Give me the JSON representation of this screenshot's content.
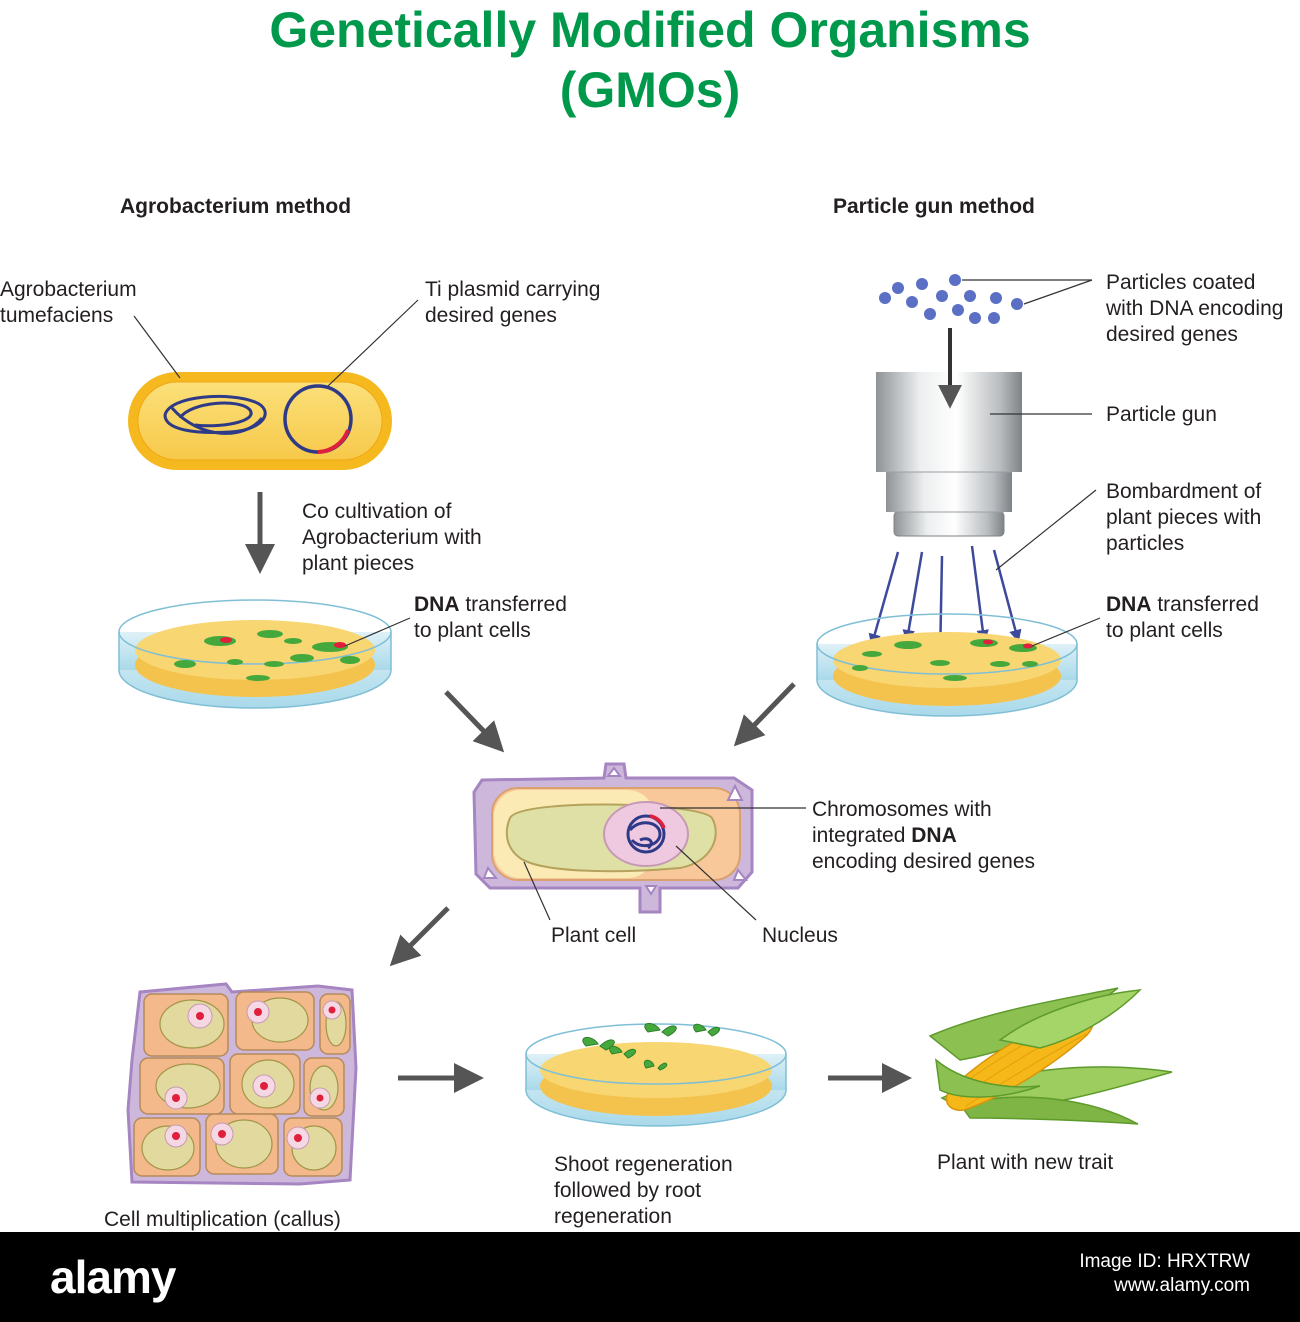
{
  "title": {
    "line1": "Genetically Modified Organisms",
    "line2": "(GMOs)"
  },
  "agro": {
    "heading": "Agrobacterium method",
    "bacterium": [
      "Agrobacterium",
      "tumefaciens"
    ],
    "plasmid": [
      "Ti plasmid carrying",
      "desired genes"
    ],
    "cocultivation": [
      "Co cultivation of",
      "Agrobacterium with",
      "plant pieces"
    ],
    "transferred": {
      "bold": "DNA",
      "rest": " transferred",
      "line2": "to plant cells"
    }
  },
  "gun": {
    "heading": "Particle gun method",
    "particles": [
      "Particles coated",
      "with DNA encoding",
      "desired genes"
    ],
    "gun_label": "Particle gun",
    "bombardment": [
      "Bombardment of",
      "plant pieces with",
      "particles"
    ],
    "transferred": {
      "bold": "DNA",
      "rest": " transferred",
      "line2": "to plant cells"
    }
  },
  "cell": {
    "chromosomes": {
      "line1": "Chromosomes with",
      "line2_pre": "integrated ",
      "line2_bold": "DNA",
      "line3": "encoding desired genes"
    },
    "plant_cell": "Plant cell",
    "nucleus": "Nucleus"
  },
  "steps": {
    "callus": "Cell multiplication (callus)",
    "shoot": [
      "Shoot regeneration",
      "followed by root",
      "regeneration"
    ],
    "plant": "Plant with new trait"
  },
  "footer": {
    "brand": "alamy",
    "image_id": "Image ID: HRXTRW",
    "site": "www.alamy.com"
  },
  "colors": {
    "title": "#00994c",
    "arrow": "#555555",
    "bacterium": "#f5b31c",
    "dna": "#2e3a87",
    "gene": "#e01f3d",
    "medium": "#f8d672",
    "leaf": "#45a83c",
    "particle": "#5b6fc4"
  }
}
